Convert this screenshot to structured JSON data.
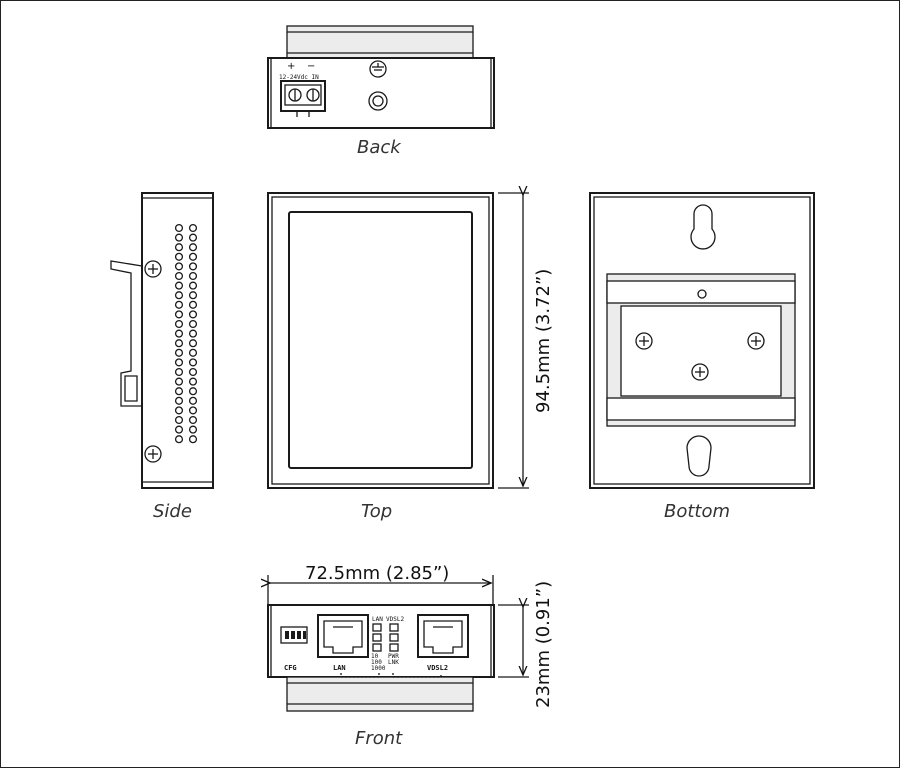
{
  "views": {
    "back": "Back",
    "side": "Side",
    "top": "Top",
    "bottom": "Bottom",
    "front": "Front"
  },
  "dimensions": {
    "width": "72.5mm (2.85”)",
    "height": "94.5mm (3.72”)",
    "depth": "23mm (0.91”)"
  },
  "back_panel": {
    "power_input": "12-24Vdc IN",
    "plus": "+",
    "minus": "−"
  },
  "front_panel": {
    "cfg": "CFG",
    "lan_port": "LAN",
    "vdsl_port": "VDSL2",
    "led_group_lan": "LAN",
    "led_group_vdsl": "VDSL2",
    "led_speed_10": "10",
    "led_speed_100": "100",
    "led_speed_1000": "1000",
    "led_pwr": "PWR",
    "led_lnk": "LNK"
  }
}
